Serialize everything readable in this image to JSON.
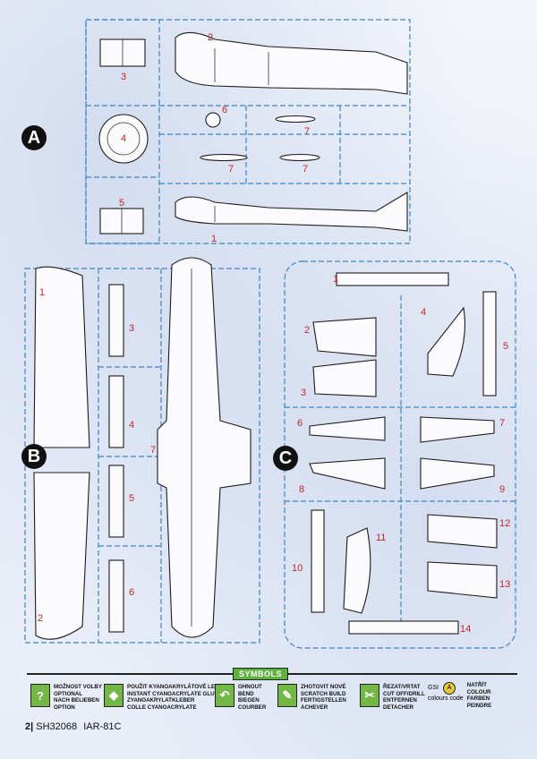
{
  "sections": {
    "a": "A",
    "b": "B",
    "c": "C"
  },
  "sprue_a": {
    "parts": [
      "3",
      "2",
      "6",
      "7",
      "4",
      "7",
      "7",
      "5",
      "1"
    ]
  },
  "sprue_b": {
    "parts": [
      "1",
      "3",
      "4",
      "7",
      "5",
      "6",
      "2"
    ]
  },
  "sprue_c": {
    "parts": [
      "1",
      "2",
      "4",
      "5",
      "3",
      "6",
      "7",
      "8",
      "9",
      "10",
      "11",
      "12",
      "13",
      "14"
    ]
  },
  "symbols": {
    "title": "SYMBOLS",
    "items": [
      {
        "icon": "optional-icon",
        "lines": [
          "MOŽNOST VOLBY",
          "OPTIONAL",
          "NACH BELIEBEN",
          "OPTION"
        ]
      },
      {
        "icon": "glue-icon",
        "lines": [
          "POUŽIT KYANOAKRYLÁTOVÉ LEPIDLO",
          "INSTANT CYANOACRYLATE GLUE",
          "ZYANOAKRYLATKLEBER",
          "COLLE CYANOACRYLATE"
        ]
      },
      {
        "icon": "bend-icon",
        "lines": [
          "OHNOUT",
          "BEND",
          "BIEGEN",
          "COURBER"
        ]
      },
      {
        "icon": "scratch-build-icon",
        "lines": [
          "ZHOTOVIT NOVÉ",
          "SCRATCH BUILD",
          "FERTIGSTELLEN",
          "ACHEVER"
        ]
      },
      {
        "icon": "cut-icon",
        "lines": [
          "ŘEZAT/VRTAT",
          "CUT OFF/DRILL",
          "ENTFERNEN",
          "DETACHER"
        ]
      }
    ],
    "gsi_label": "GSI",
    "gsi_sub": "colours code",
    "colour_lines": [
      "NATŘÍT",
      "COLOUR",
      "FARBEN",
      "PEINDRE"
    ]
  },
  "footer": {
    "page": "2|",
    "code": "SH32068",
    "model": "IAR-81C"
  }
}
